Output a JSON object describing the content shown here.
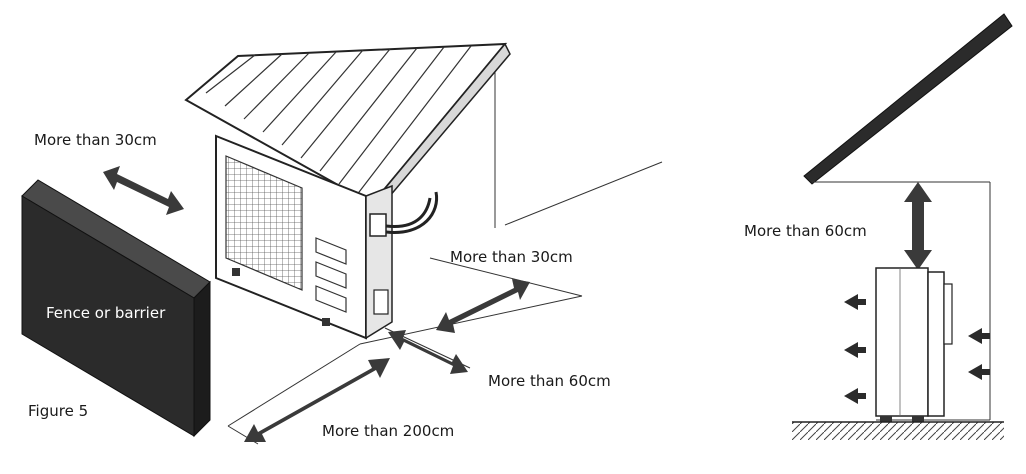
{
  "labels": {
    "left_clearance": "More than 30cm",
    "right_clearance": "More than 30cm",
    "front_clearance": "More than 60cm",
    "long_clearance": "More than 200cm",
    "top_clearance": "More than 60cm",
    "barrier": "Fence or barrier",
    "figure": "Figure 5"
  },
  "colors": {
    "ink": "#1a1a1a",
    "barrier_fill": "#2b2b2b",
    "arrow_fill": "#3a3a3a"
  }
}
